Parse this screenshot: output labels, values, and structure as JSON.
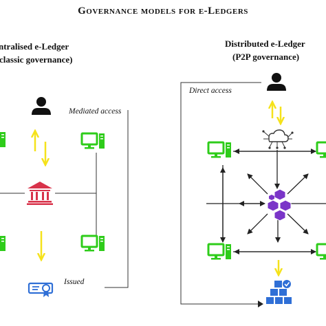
{
  "title": "Governance models for e-Ledgers",
  "left_panel": {
    "heading_line1": "ntralised e-Ledger",
    "heading_line2": "classic governance)",
    "mediated_access_label": "Mediated access",
    "issued_label": "Issued"
  },
  "right_panel": {
    "heading_line1": "Distributed e-Ledger",
    "heading_line2": "(P2P governance)",
    "direct_access_label": "Direct access"
  },
  "colors": {
    "computer": "#2ecc1a",
    "arrow_yellow": "#f5e21b",
    "institution": "#d8324a",
    "blockchain": "#7a35c8",
    "certificate": "#2f6fd6",
    "line": "#222222"
  }
}
